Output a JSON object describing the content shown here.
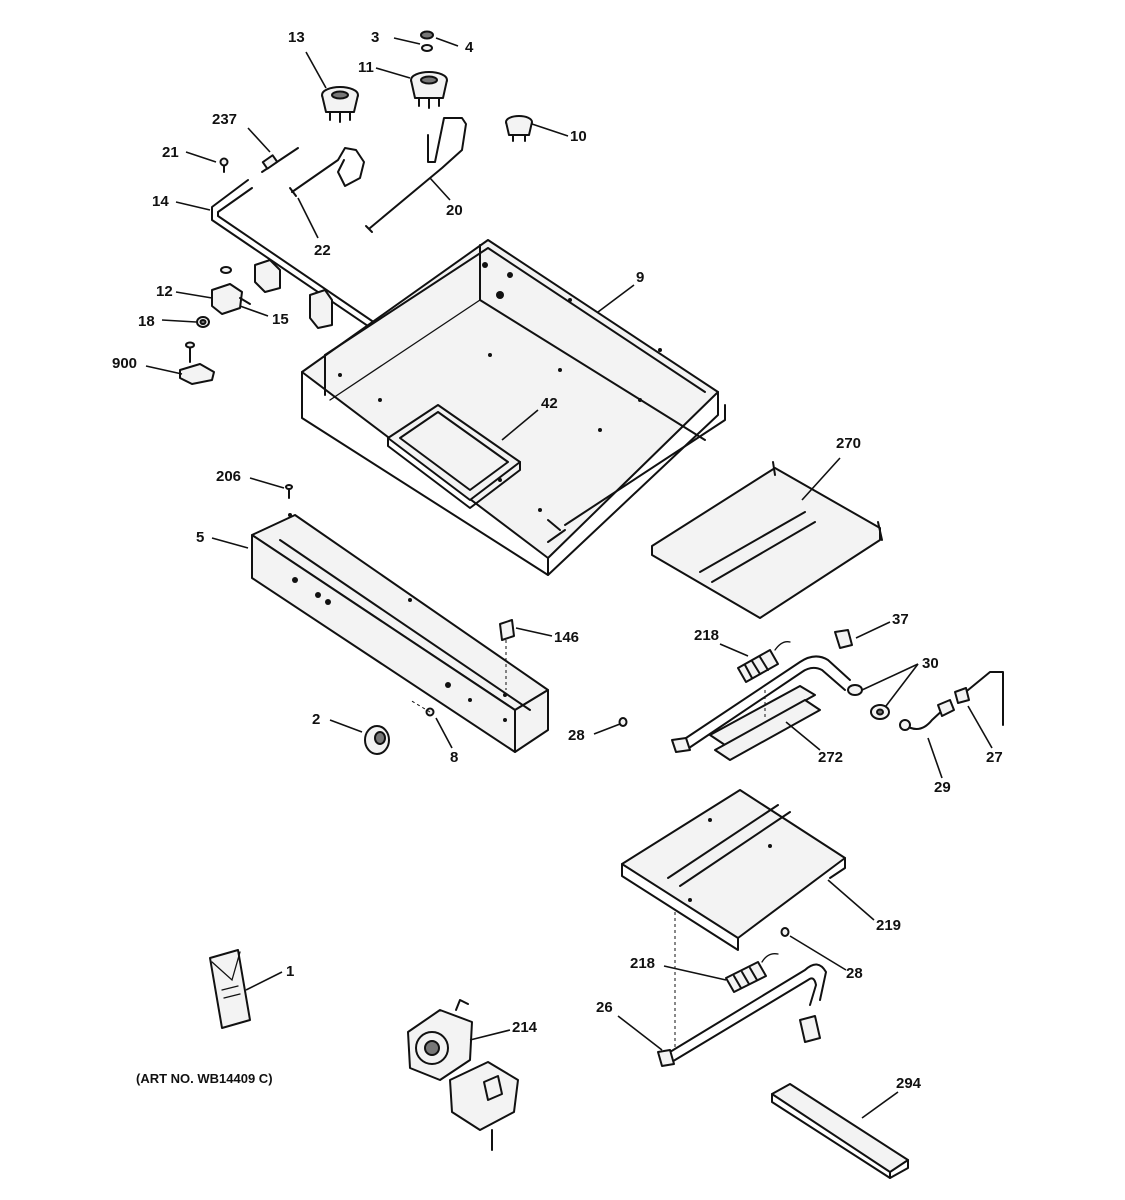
{
  "callouts": [
    {
      "id": "13",
      "label": "13"
    },
    {
      "id": "3",
      "label": "3"
    },
    {
      "id": "4",
      "label": "4"
    },
    {
      "id": "11",
      "label": "11"
    },
    {
      "id": "10",
      "label": "10"
    },
    {
      "id": "237",
      "label": "237"
    },
    {
      "id": "21",
      "label": "21"
    },
    {
      "id": "14",
      "label": "14"
    },
    {
      "id": "22",
      "label": "22"
    },
    {
      "id": "20",
      "label": "20"
    },
    {
      "id": "9",
      "label": "9"
    },
    {
      "id": "12",
      "label": "12"
    },
    {
      "id": "18",
      "label": "18"
    },
    {
      "id": "15",
      "label": "15"
    },
    {
      "id": "900",
      "label": "900"
    },
    {
      "id": "42",
      "label": "42"
    },
    {
      "id": "270",
      "label": "270"
    },
    {
      "id": "206",
      "label": "206"
    },
    {
      "id": "5",
      "label": "5"
    },
    {
      "id": "146",
      "label": "146"
    },
    {
      "id": "37",
      "label": "37"
    },
    {
      "id": "218a",
      "label": "218"
    },
    {
      "id": "30",
      "label": "30"
    },
    {
      "id": "2",
      "label": "2"
    },
    {
      "id": "8",
      "label": "8"
    },
    {
      "id": "28a",
      "label": "28"
    },
    {
      "id": "272",
      "label": "272"
    },
    {
      "id": "27",
      "label": "27"
    },
    {
      "id": "29",
      "label": "29"
    },
    {
      "id": "219",
      "label": "219"
    },
    {
      "id": "1",
      "label": "1"
    },
    {
      "id": "218b",
      "label": "218"
    },
    {
      "id": "28b",
      "label": "28"
    },
    {
      "id": "214",
      "label": "214"
    },
    {
      "id": "26",
      "label": "26"
    },
    {
      "id": "294",
      "label": "294"
    }
  ],
  "art_number": "(ART NO. WB14409 C)"
}
